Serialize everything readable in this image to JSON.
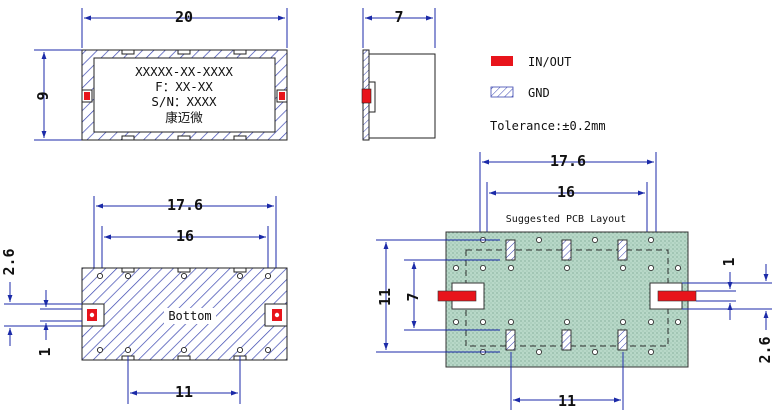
{
  "top_view": {
    "width_dim": "20",
    "height_dim": "9",
    "marking": [
      "XXXXX-XX-XXXX",
      "F：XX-XX",
      "S/N：XXXX",
      "康迈微"
    ]
  },
  "side_view": {
    "thickness_dim": "7"
  },
  "legend": {
    "in_out_label": "IN/OUT",
    "gnd_label": "GND",
    "tolerance": "Tolerance:±0.2mm",
    "in_out_color": "#e8141b",
    "gnd_color": "#3a46b0"
  },
  "bottom_view": {
    "outer_pad_dim": "17.6",
    "inner_pad_dim": "16",
    "pad_gap_dim": "11",
    "left_upper_dim": "2.6",
    "left_lower_dim": "1",
    "center_label": "Bottom"
  },
  "pcb_layout": {
    "title": "Suggested PCB Layout",
    "outer_dim": "17.6",
    "inner_dim": "16",
    "height_dim": "11",
    "inner_height_dim": "7",
    "bottom_dim": "11",
    "right_upper_dim": "1",
    "right_lower_dim": "2.6",
    "board_color": "#b8d8c8"
  }
}
